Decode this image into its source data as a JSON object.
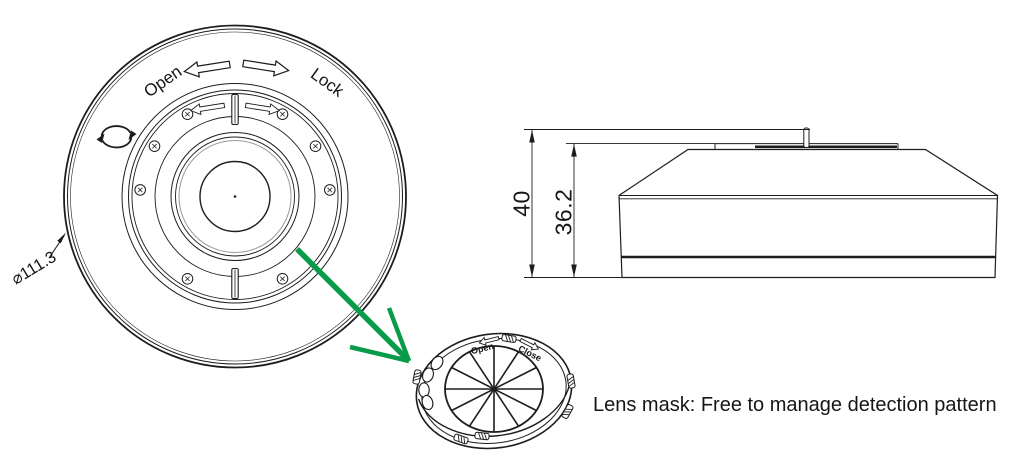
{
  "caption": "Lens mask: Free to manage detection pattern",
  "colors": {
    "line": "#1d1d1d",
    "accent_green": "#079b4a",
    "inner_ring_gray": "#9a9a9a",
    "background": "#ffffff"
  },
  "top_view": {
    "open_label": "Open",
    "lock_label": "Lock",
    "diameter_label": "⌀111.3"
  },
  "side_view": {
    "overall_height_mm": "40",
    "body_height_mm": "36.2"
  },
  "lens_mask": {
    "open_label": "Open",
    "close_label": "Close"
  }
}
